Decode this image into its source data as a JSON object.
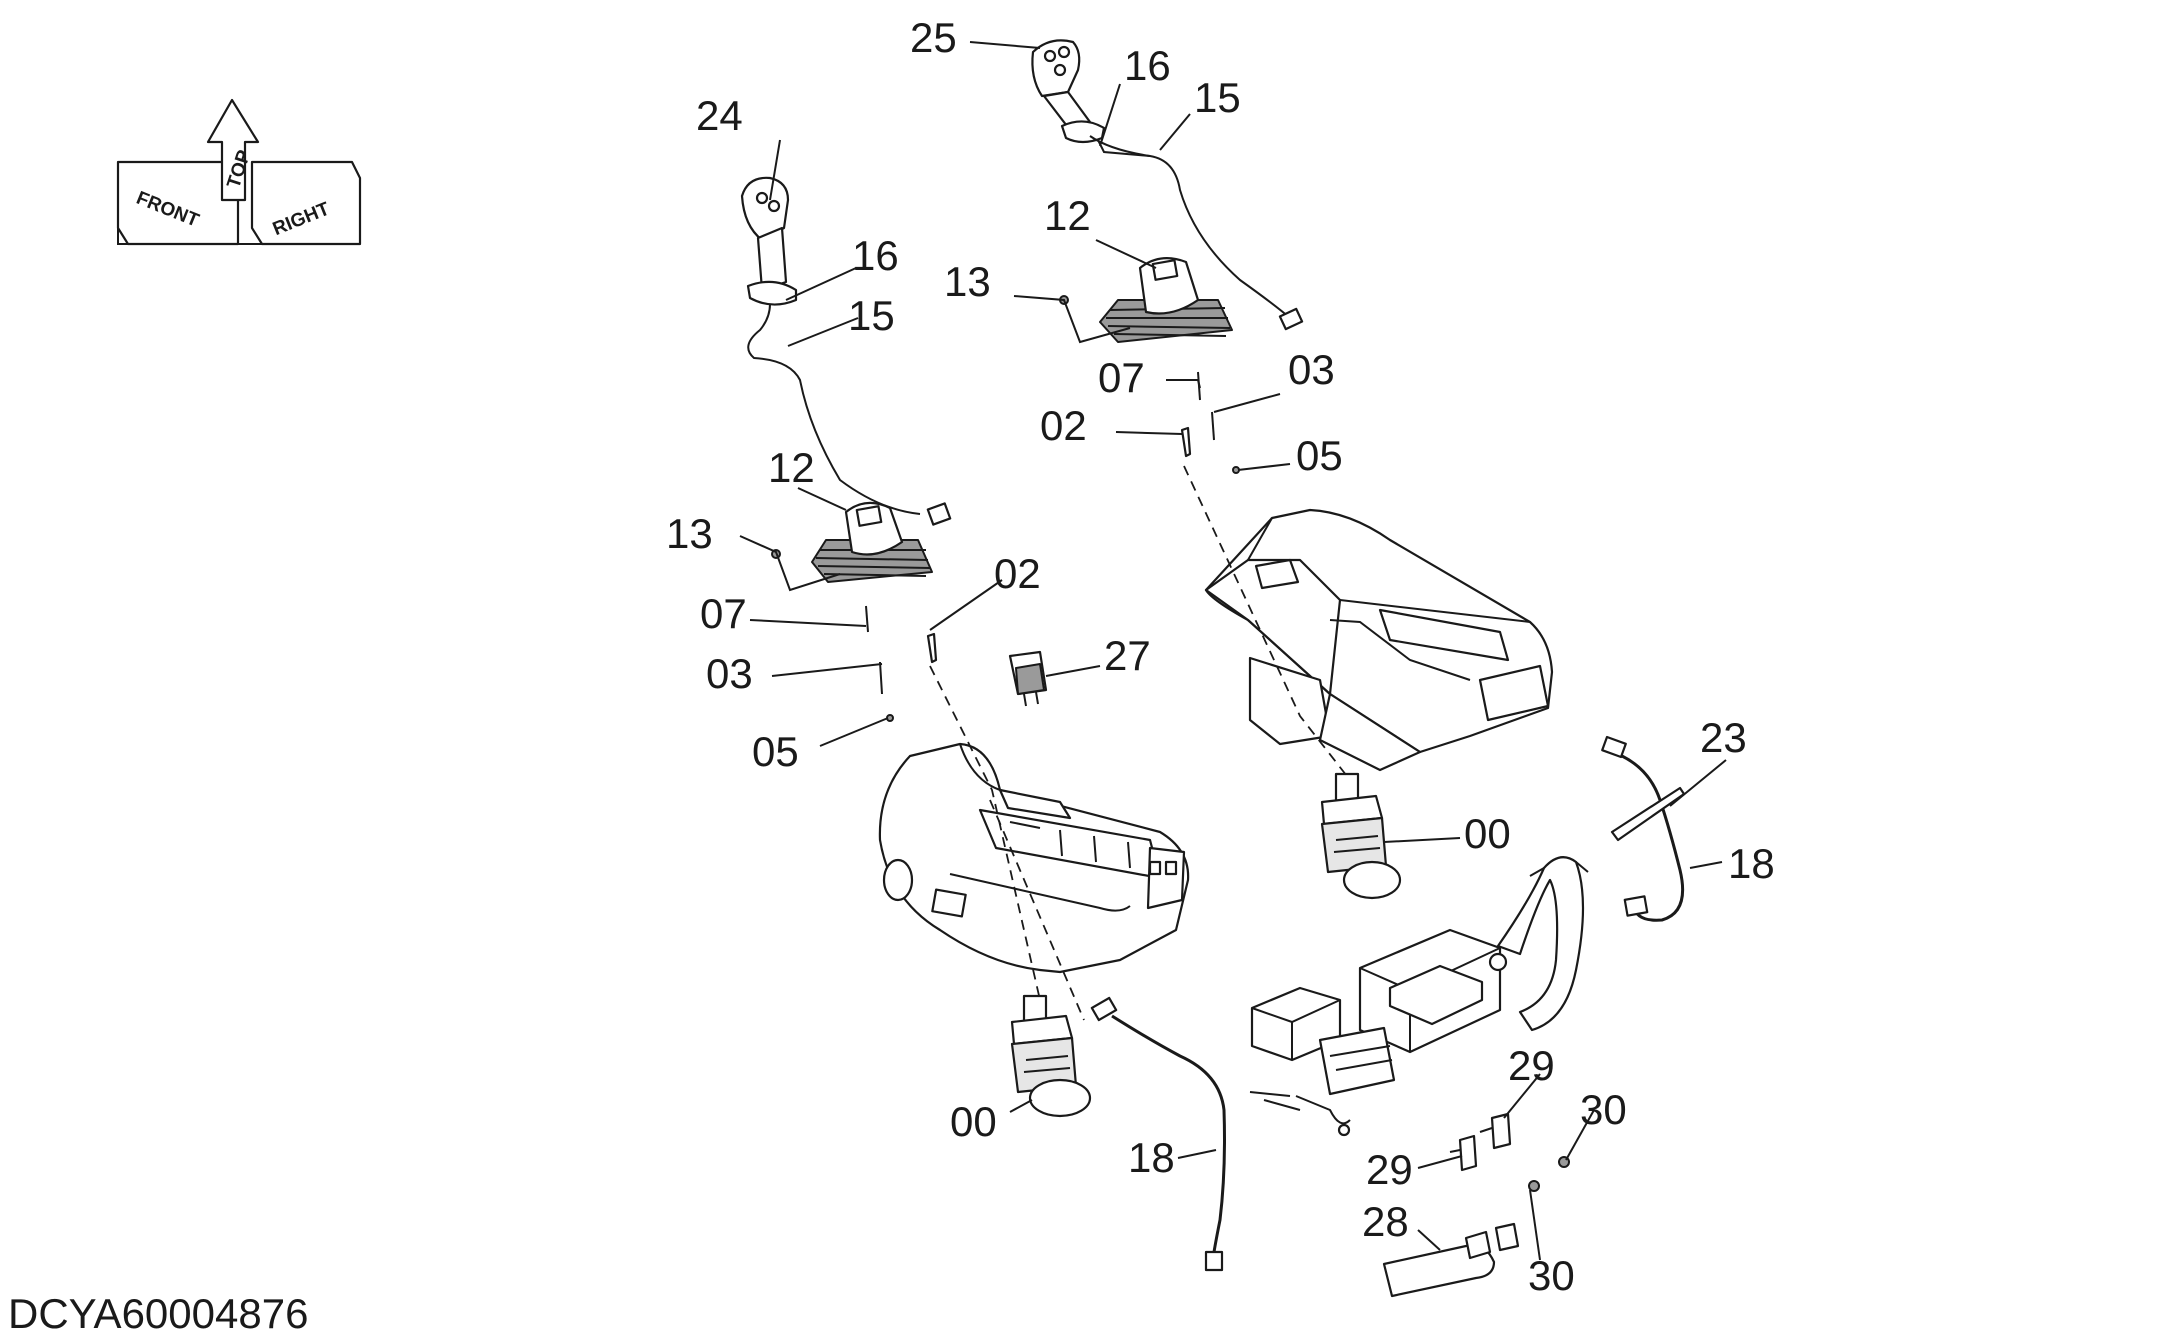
{
  "diagram_code": "DCYA60004876",
  "orientation": {
    "front": "FRONT",
    "top": "TOP",
    "right": "RIGHT"
  },
  "callouts": {
    "n25": "25",
    "n16a": "16",
    "n15a": "15",
    "n24": "24",
    "n16b": "16",
    "n15b": "15",
    "n12a": "12",
    "n13a": "13",
    "n07a": "07",
    "n03a": "03",
    "n02a": "02",
    "n05a": "05",
    "n12b": "12",
    "n13b": "13",
    "n07b": "07",
    "n02b": "02",
    "n27": "27",
    "n03b": "03",
    "n05b": "05",
    "n23": "23",
    "n18a": "18",
    "n00a": "00",
    "n29a": "29",
    "n30a": "30",
    "n00b": "00",
    "n18b": "18",
    "n29b": "29",
    "n28": "28",
    "n30b": "30"
  }
}
